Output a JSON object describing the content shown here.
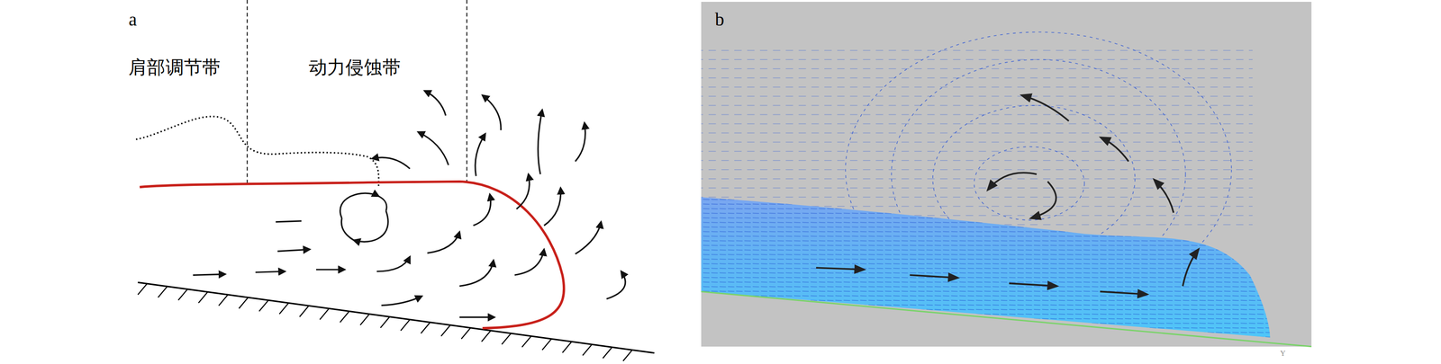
{
  "diagram": {
    "labels": [
      "a",
      "肩部调节带",
      "动力侵蚀带",
      "b",
      "Y"
    ]
  }
}
